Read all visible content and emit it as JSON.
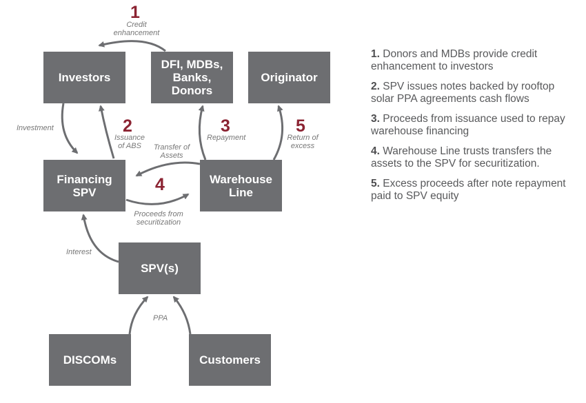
{
  "boxes": {
    "investors": "Investors",
    "dfi": "DFI, MDBs,\nBanks,\nDonors",
    "originator": "Originator",
    "financing_spv": "Financing\nSPV",
    "warehouse": "Warehouse\nLine",
    "spvs": "SPV(s)",
    "discoms": "DISCOMs",
    "customers": "Customers"
  },
  "steps": {
    "s1": {
      "number": "1",
      "label": "Credit\nenhancement"
    },
    "s2": {
      "number": "2",
      "label": "Issuance\nof ABS"
    },
    "s3": {
      "number": "3",
      "label": "Repayment"
    },
    "s4": {
      "number": "4",
      "label": "Proceeds from\nsecuritization"
    },
    "s5": {
      "number": "5",
      "label": "Return of\nexcess"
    }
  },
  "labels": {
    "investment": "Investment",
    "transfer": "Transfer of\nAssets",
    "interest": "Interest",
    "ppa": "PPA"
  },
  "legend": [
    {
      "num": "1.",
      "text": "Donors and MDBs provide credit enhancement to investors"
    },
    {
      "num": "2.",
      "text": "SPV issues notes backed by rooftop solar PPA agreements cash flows"
    },
    {
      "num": "3.",
      "text": "Proceeds from issuance used to repay warehouse financing"
    },
    {
      "num": "4.",
      "text": "Warehouse Line trusts transfers the assets to the SPV for securitization."
    },
    {
      "num": "5.",
      "text": "Excess proceeds after note repayment paid to SPV equity"
    }
  ],
  "colors": {
    "box": "#6d6e71",
    "accent": "#8b2332",
    "arrow": "#6d6e71"
  }
}
